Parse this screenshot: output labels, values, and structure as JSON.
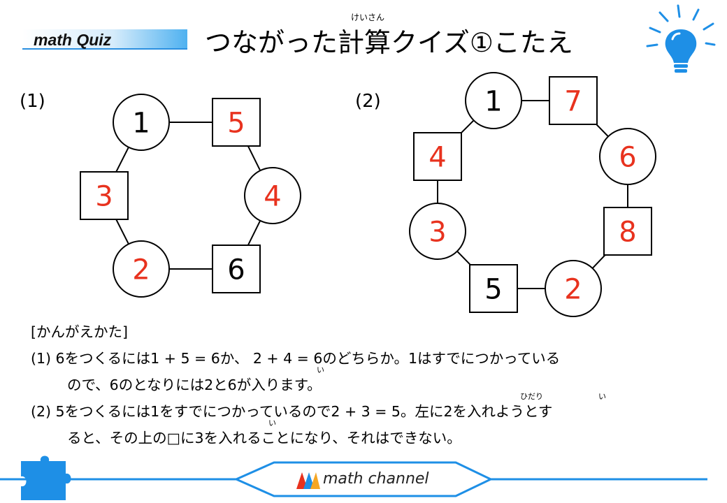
{
  "header": {
    "badge": "math Quiz",
    "title": "つながった計算クイズ①こたえ",
    "title_ruby": "けいさん"
  },
  "problems": [
    {
      "label": "(1)",
      "nodes": [
        {
          "value": "1",
          "shape": "circle",
          "color": "#000000"
        },
        {
          "value": "5",
          "shape": "square",
          "color": "#e8321e"
        },
        {
          "value": "4",
          "shape": "circle",
          "color": "#e8321e"
        },
        {
          "value": "6",
          "shape": "square",
          "color": "#000000"
        },
        {
          "value": "2",
          "shape": "circle",
          "color": "#e8321e"
        },
        {
          "value": "3",
          "shape": "square",
          "color": "#e8321e"
        }
      ]
    },
    {
      "label": "(2)",
      "nodes": [
        {
          "value": "1",
          "shape": "circle",
          "color": "#000000"
        },
        {
          "value": "7",
          "shape": "square",
          "color": "#e8321e"
        },
        {
          "value": "6",
          "shape": "circle",
          "color": "#e8321e"
        },
        {
          "value": "8",
          "shape": "square",
          "color": "#e8321e"
        },
        {
          "value": "2",
          "shape": "circle",
          "color": "#e8321e"
        },
        {
          "value": "5",
          "shape": "square",
          "color": "#000000"
        },
        {
          "value": "3",
          "shape": "circle",
          "color": "#e8321e"
        },
        {
          "value": "4",
          "shape": "square",
          "color": "#e8321e"
        }
      ]
    }
  ],
  "explanation": {
    "heading": "[かんがえかた]",
    "lines": [
      "(1) 6をつくるには1 + 5 = 6か、 2 + 4 = 6のどちらか。1はすでにつかっている",
      "ので、6のとなりには2と6が入ります。",
      "(2) 5をつくるには1をすでにつかっているので2 + 3 = 5。左に2を入れようとす",
      "ると、その上の□に3を入れることになり、それはできない。"
    ],
    "ruby": {
      "iri": "い",
      "hidari": "ひだり"
    }
  },
  "footer": {
    "brand": "math channel"
  },
  "colors": {
    "accent_blue": "#1e8fe6",
    "answer_red": "#e8321e"
  },
  "icons": [
    "lightbulb-icon",
    "puzzle-piece-icon",
    "math-channel-logo-icon"
  ]
}
